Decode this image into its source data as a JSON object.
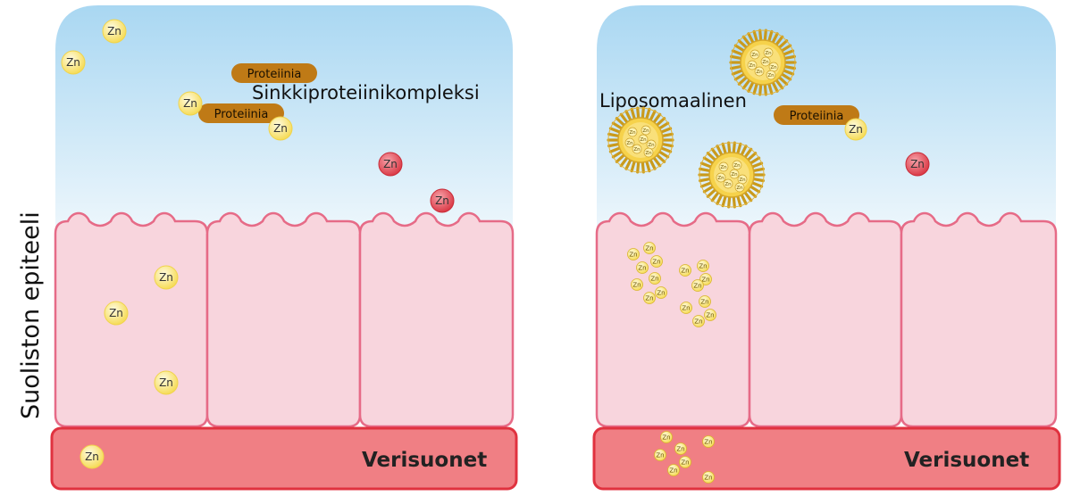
{
  "colors": {
    "lumen_top": "#a9d7f2",
    "lumen_bottom": "#eef7fc",
    "cell_fill": "#f8d5dd",
    "cell_stroke": "#e66b87",
    "vessel_fill": "#f07f84",
    "vessel_stroke": "#e0323f",
    "zinc_yellow": "#fbe98a",
    "zinc_red": "#e8505c",
    "protein": "#bf7a16",
    "liposome": "#f1c232"
  },
  "labels": {
    "side": "Suoliston epiteeli",
    "complex": "Sinkkiproteiinikompleksi",
    "liposomal": "Liposomaalinen",
    "vessel_left": "Verisuonet",
    "vessel_right": "Verisuonet",
    "zinc": "Zn",
    "protein": "Proteiinia"
  }
}
